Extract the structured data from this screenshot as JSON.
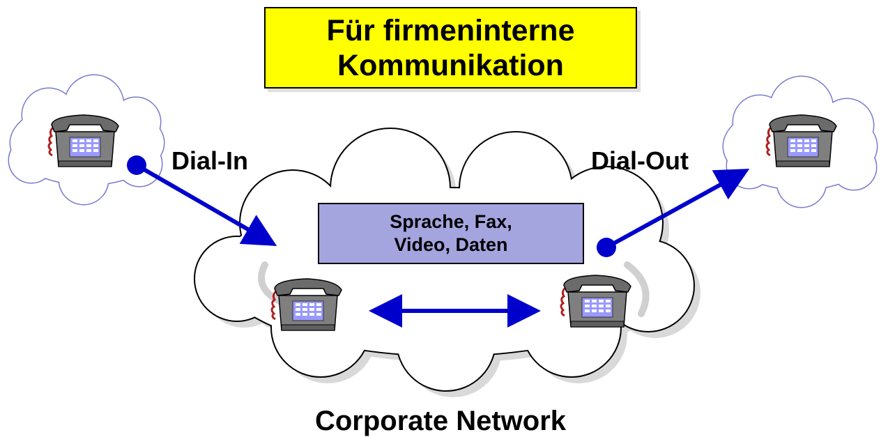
{
  "title": {
    "line1": "Für firmeninterne",
    "line2": "Kommunikation"
  },
  "media": {
    "line1": "Sprache, Fax,",
    "line2": "Video, Daten"
  },
  "labels": {
    "dial_in": "Dial-In",
    "dial_out": "Dial-Out",
    "network": "Corporate Network"
  },
  "colors": {
    "title_bg": "#ffff00",
    "media_bg": "#a4a4df",
    "arrow": "#0000cc",
    "phone_body": "#7f7f7f",
    "keypad": "#9999ff",
    "cord": "#b02020"
  },
  "icons": [
    "cloud-icon",
    "telephone-icon",
    "arrow-icon"
  ]
}
